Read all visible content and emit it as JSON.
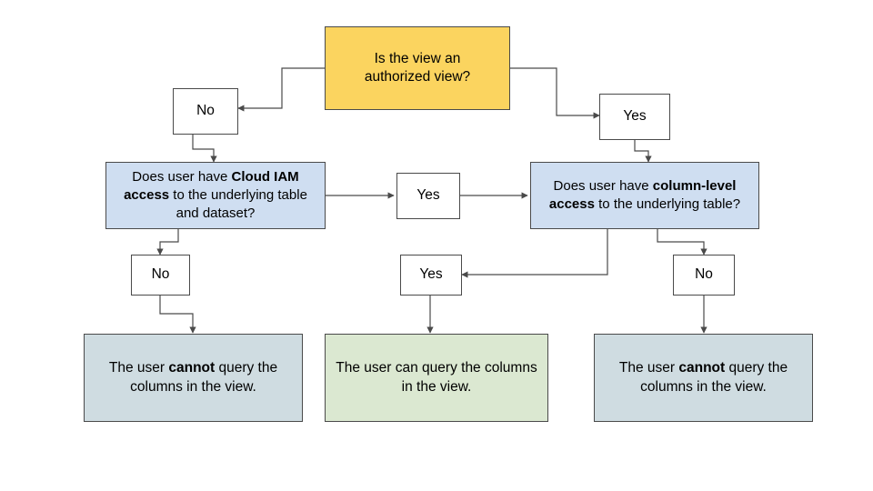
{
  "diagram": {
    "title": "Authorized view column access decision flowchart",
    "colors": {
      "question_fill": "#fbd45f",
      "decision_fill": "#cfdef1",
      "label_fill": "#ffffff",
      "result_deny_fill": "#cfdce1",
      "result_allow_fill": "#dbe8d1",
      "stroke": "#4a4a4a",
      "text": "#000000"
    },
    "nodes": {
      "root_question": {
        "text": "Is the view an\nauthorized view?",
        "kind": "question"
      },
      "root_no": {
        "text": "No",
        "kind": "label"
      },
      "root_yes": {
        "text": "Yes",
        "kind": "label"
      },
      "iam_question": {
        "prefix": "Does user have ",
        "bold1": "Cloud IAM",
        "mid": " ",
        "bold2": "access",
        "suffix": " to the underlying table and dataset?",
        "kind": "decision"
      },
      "iam_yes": {
        "text": "Yes",
        "kind": "label"
      },
      "iam_no": {
        "text": "No",
        "kind": "label"
      },
      "column_question": {
        "prefix": "Does user have ",
        "bold1": "column-level access",
        "suffix": " to the underlying table?",
        "kind": "decision"
      },
      "column_yes": {
        "text": "Yes",
        "kind": "label"
      },
      "column_no": {
        "text": "No",
        "kind": "label"
      },
      "result_left": {
        "prefix": "The user ",
        "bold": "cannot",
        "suffix": " query the columns in the view.",
        "kind": "result-deny"
      },
      "result_middle": {
        "text": "The user can query the columns in the view.",
        "kind": "result-allow"
      },
      "result_right": {
        "prefix": "The user ",
        "bold": "cannot",
        "suffix": " query the columns in the view.",
        "kind": "result-deny"
      }
    }
  }
}
